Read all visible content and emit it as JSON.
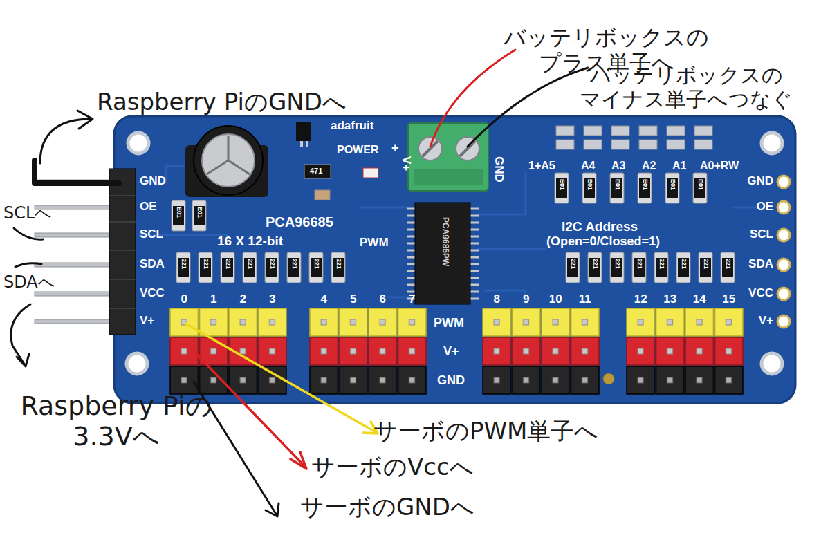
{
  "diagram": {
    "labels": [
      "Raspberry PiのGNDへ",
      "バッテリボックスの プラス単子へ",
      "バッテリボックスの マイナス単子へつなぐ",
      "adafruit",
      "POWER",
      "+",
      "V+",
      "GND",
      "471",
      "1+A5",
      "A4",
      "A3",
      "A2",
      "A1",
      "A0+RW",
      "SCLへ",
      "GND",
      "OE",
      "SCL",
      "SDA",
      "VCC",
      "V+",
      "E01",
      "E01",
      "PCA96685",
      "16 X 12-bit",
      "PWM",
      "PCA9685PW",
      "E01",
      "E01",
      "E01",
      "E01",
      "E01",
      "E01",
      "I2C Address",
      "(Open=0/Closed=1)",
      "GND",
      "OE",
      "SCL",
      "SDA",
      "VCC",
      "V+",
      "SDAへ",
      "221",
      "221",
      "221",
      "221",
      "221",
      "221",
      "221",
      "221",
      "221",
      "221",
      "221",
      "221",
      "221",
      "221",
      "221",
      "221",
      "0",
      "1",
      "2",
      "3",
      "4",
      "5",
      "6",
      "7",
      "8",
      "9",
      "10",
      "11",
      "12",
      "13",
      "14",
      "15",
      "PWM",
      "V+",
      "GND",
      "Raspberry Piの 3.3Vへ",
      "サーボのPWM単子へ",
      "サーボのVccへ",
      "サーボのGNDへ"
    ]
  }
}
